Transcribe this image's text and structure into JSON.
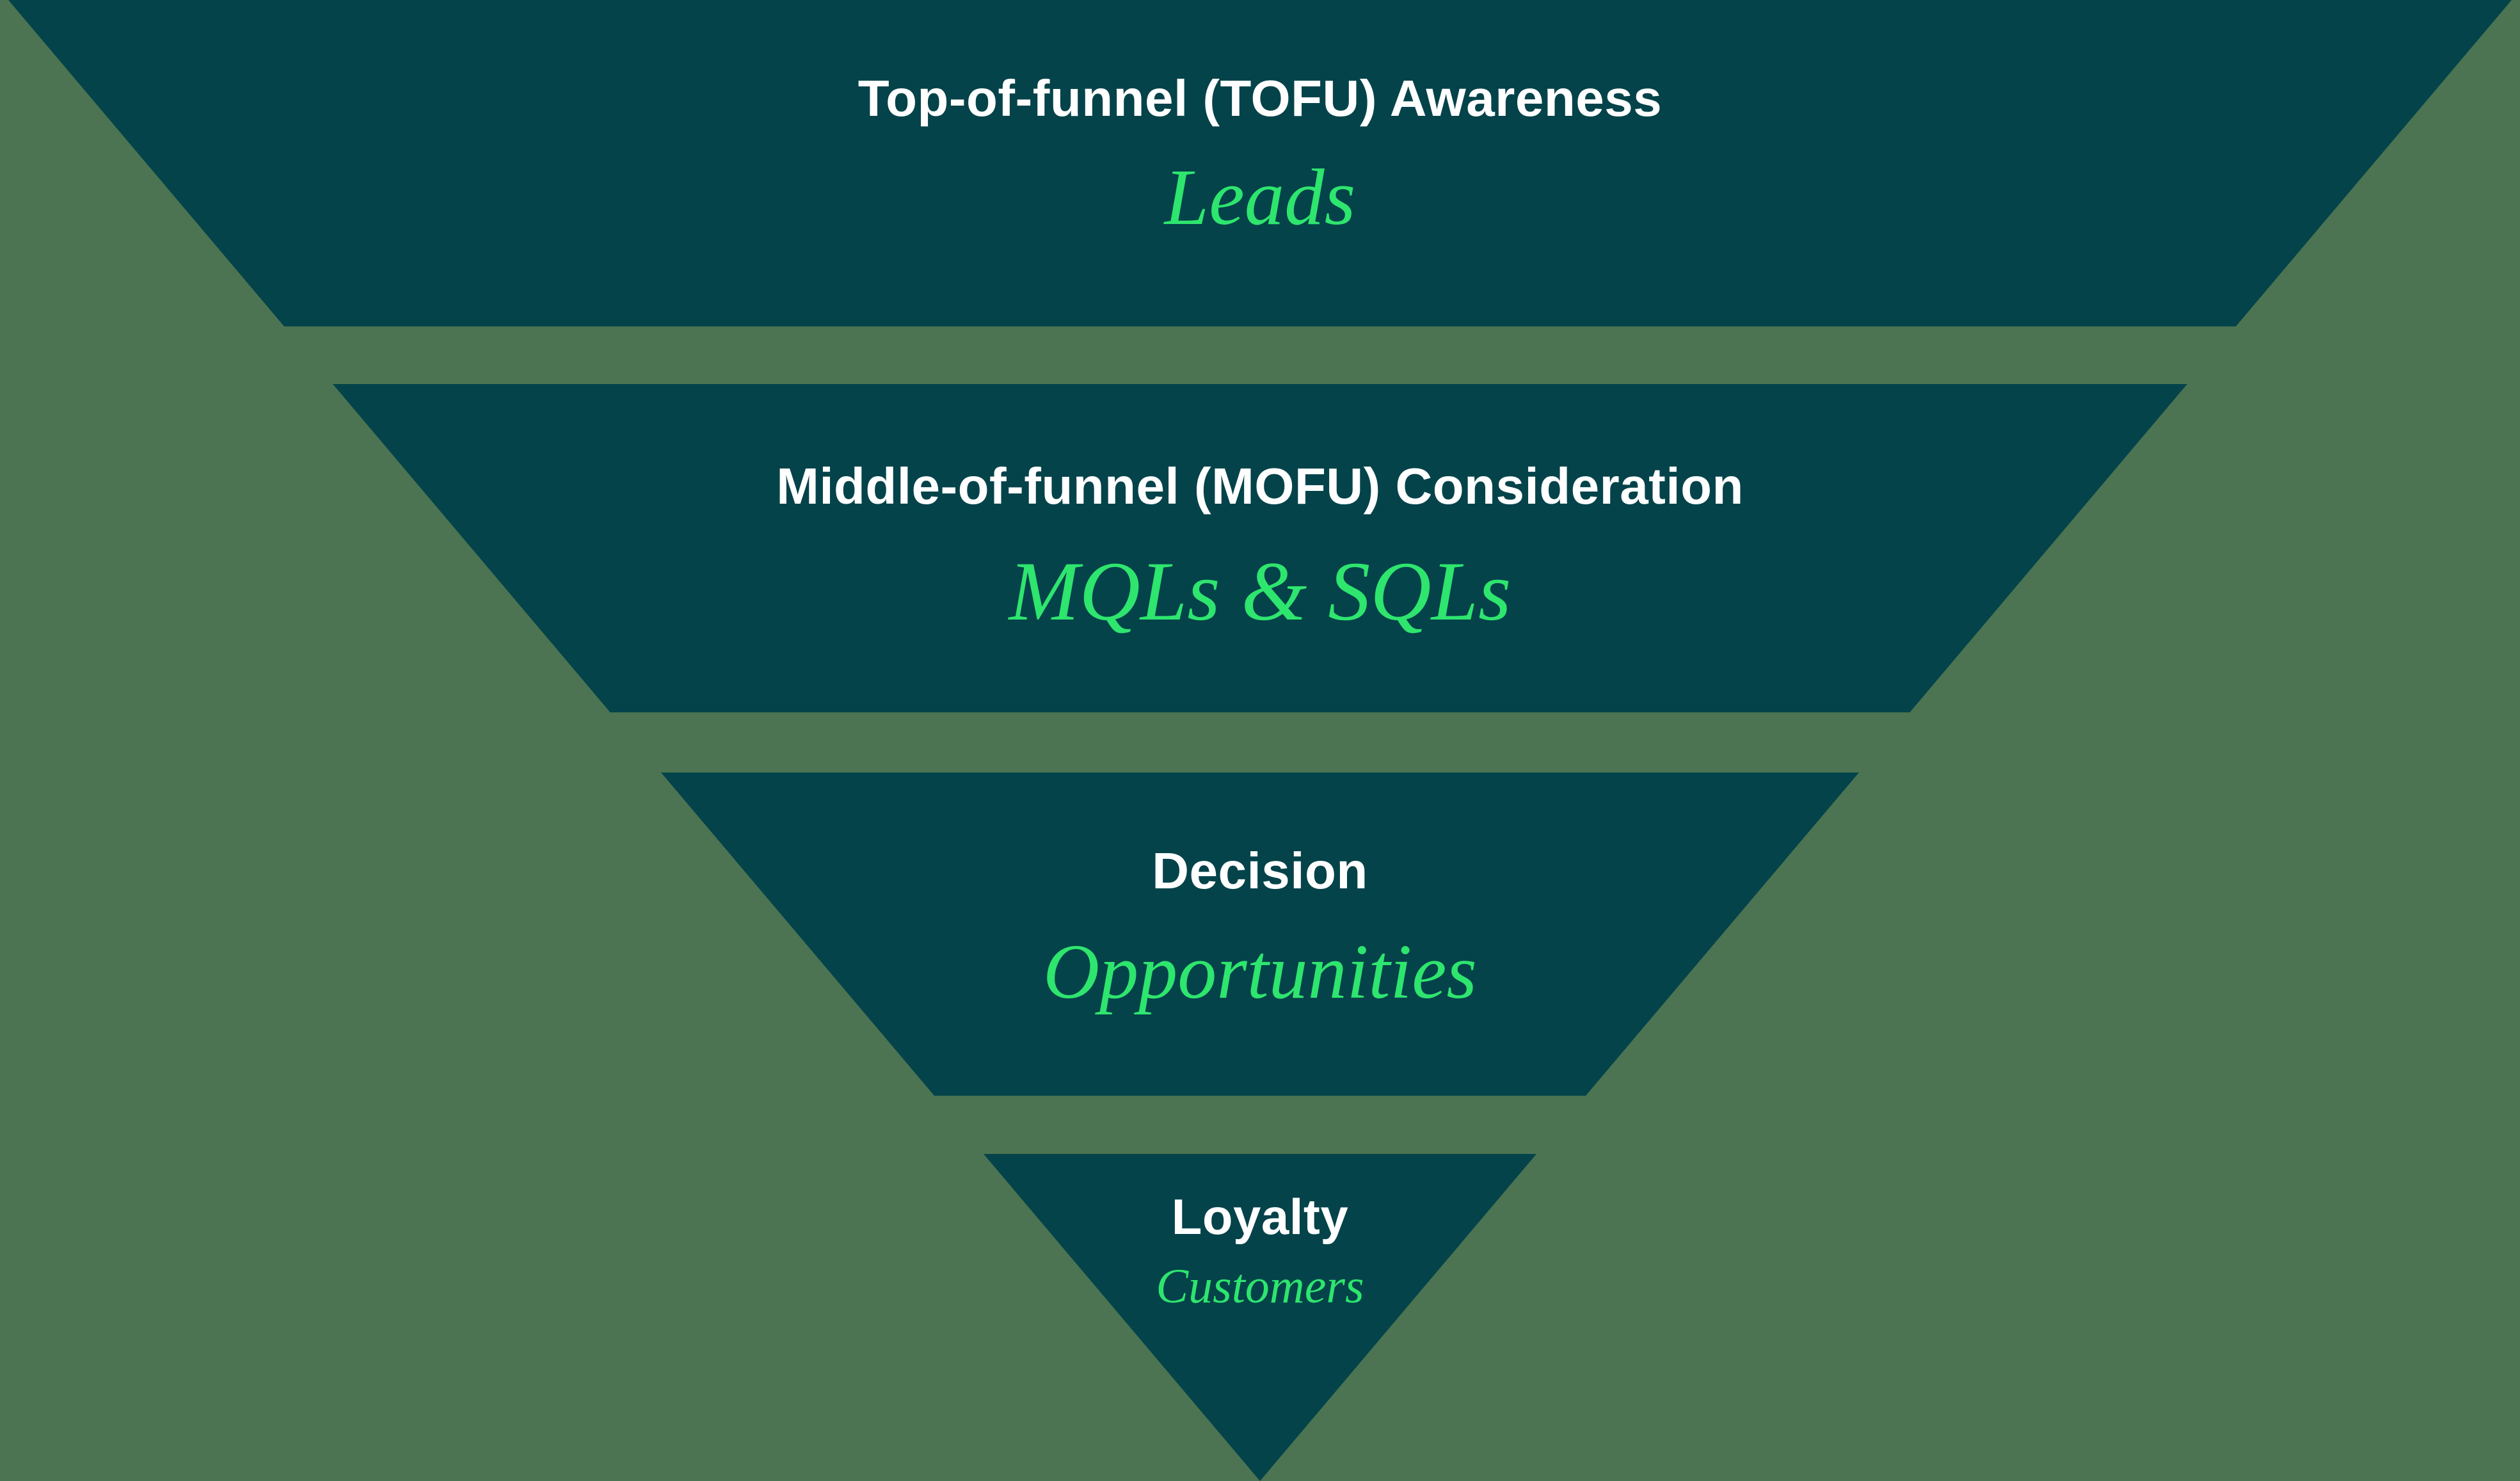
{
  "funnel": {
    "type": "inverted-funnel",
    "stages": [
      {
        "heading": "Top-of-funnel (TOFU) Awareness",
        "label": "Leads"
      },
      {
        "heading": "Middle-of-funnel (MOFU) Consideration",
        "label": "MQLs & SQLs"
      },
      {
        "heading": "Decision",
        "label": "Opportunities"
      },
      {
        "heading": "Loyalty",
        "label": "Customers"
      }
    ]
  },
  "colors": {
    "background": "#4C7452",
    "tier_fill": "#04434A",
    "heading_text": "#FFFFFF",
    "label_text": "#2EE56E"
  }
}
